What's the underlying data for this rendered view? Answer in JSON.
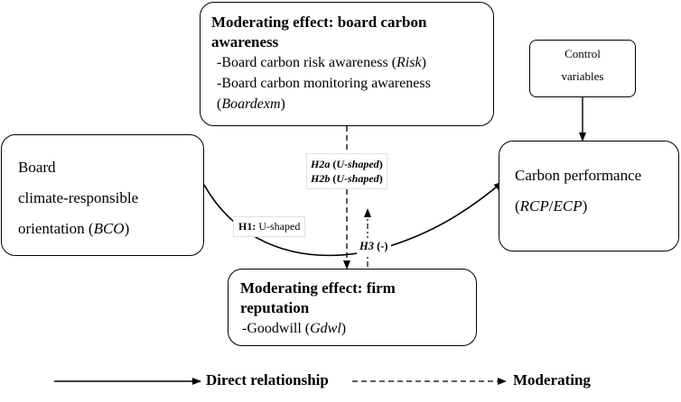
{
  "board_carbon_awareness": {
    "title_line1": "Moderating effect: board carbon",
    "title_line2": "awareness",
    "item1_prefix": "-Board carbon risk awareness (",
    "item1_var": "Risk",
    "item1_suffix": ")",
    "item2_text": "-Board carbon monitoring awareness",
    "item2_prefix": "(",
    "item2_var": "Boardexm",
    "item2_suffix": ")"
  },
  "control_variables": {
    "line1": "Control",
    "line2": "variables"
  },
  "bco": {
    "line1": "Board",
    "line2": "climate-responsible",
    "line3_prefix": "orientation (",
    "line3_var": "BCO",
    "line3_suffix": ")"
  },
  "carbon_performance": {
    "line1": "Carbon performance",
    "line2_prefix": "(",
    "line2_var1": "RCP",
    "line2_sep": "/",
    "line2_var2": "ECP",
    "line2_suffix": ")"
  },
  "firm_reputation": {
    "title_line1": "Moderating effect: firm",
    "title_line2": "reputation",
    "item_prefix": "-Goodwill (",
    "item_var": "Gdwl",
    "item_suffix": ")"
  },
  "hypotheses": {
    "h1_id": "H1:",
    "h1_text": " U-shaped",
    "h2a_id": "H2a",
    "h2a_text": "U-shaped",
    "h2b_id": "H2b",
    "h2b_text": "U-shaped",
    "open_paren": " (",
    "close_paren": ")",
    "h3_id": "H3",
    "h3_text": " (-)"
  },
  "legend": {
    "direct_label": "Direct relationship",
    "moderating_label": "Moderating"
  }
}
